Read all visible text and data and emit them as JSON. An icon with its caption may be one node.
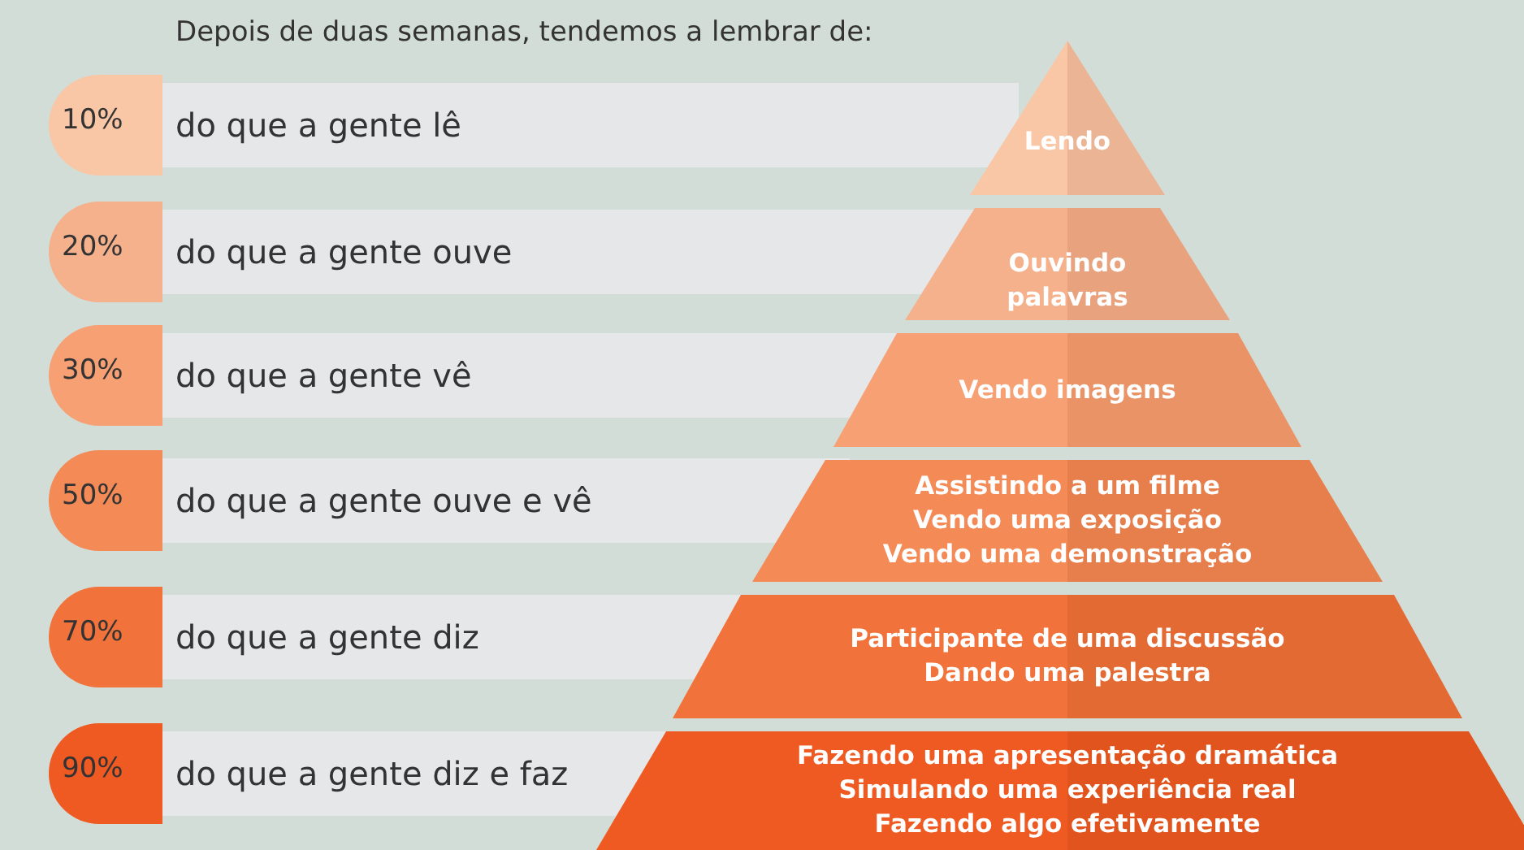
{
  "diagram": {
    "title": "Depois de duas semanas, tendemos a lembrar de:",
    "nodes": [
      {
        "text": [
          "10%",
          "do que a gente lê"
        ]
      },
      {
        "text": [
          "Lendo"
        ]
      },
      {
        "text": [
          "20%",
          "do que a gente ouve"
        ]
      },
      {
        "text": [
          "Ouvindo palavras"
        ]
      },
      {
        "text": [
          "30%",
          "do que a gente vê"
        ]
      },
      {
        "text": [
          "Vendo imagens"
        ]
      },
      {
        "text": [
          "50%",
          "do que a gente ouve e vê"
        ]
      },
      {
        "text": [
          "Assistindo a um filme",
          "Vendo uma exposição",
          "Vendo uma demonstração"
        ]
      },
      {
        "text": [
          "70%",
          "do que a gente diz"
        ]
      },
      {
        "text": [
          "Participante de uma discussão",
          "Dando uma palestra"
        ]
      },
      {
        "text": [
          "90%",
          "do que a gente diz e faz"
        ]
      },
      {
        "text": [
          "Fazendo uma apresentação dramática",
          "Simulando uma experiência real",
          "Fazendo algo efetivamente"
        ]
      }
    ]
  }
}
